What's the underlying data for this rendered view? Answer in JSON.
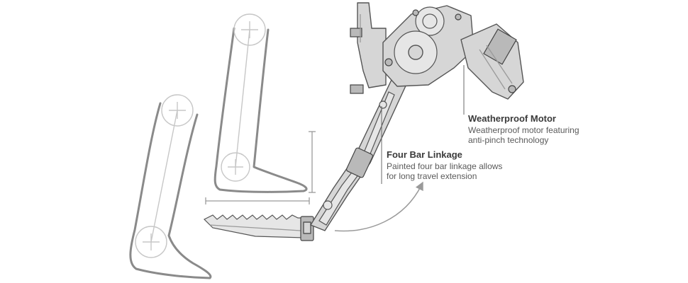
{
  "callouts": {
    "motor": {
      "title": "Weatherproof Motor",
      "line1": "Weatherproof motor featuring",
      "line2": "anti-pinch technology"
    },
    "linkage": {
      "title": "Four Bar Linkage",
      "line1": "Painted four bar linkage allows",
      "line2": "for long travel extension"
    }
  },
  "colors": {
    "leg_outline": "#8a8a8a",
    "metal_fill": "#d6d6d6",
    "arrow": "#9a9a9a"
  }
}
